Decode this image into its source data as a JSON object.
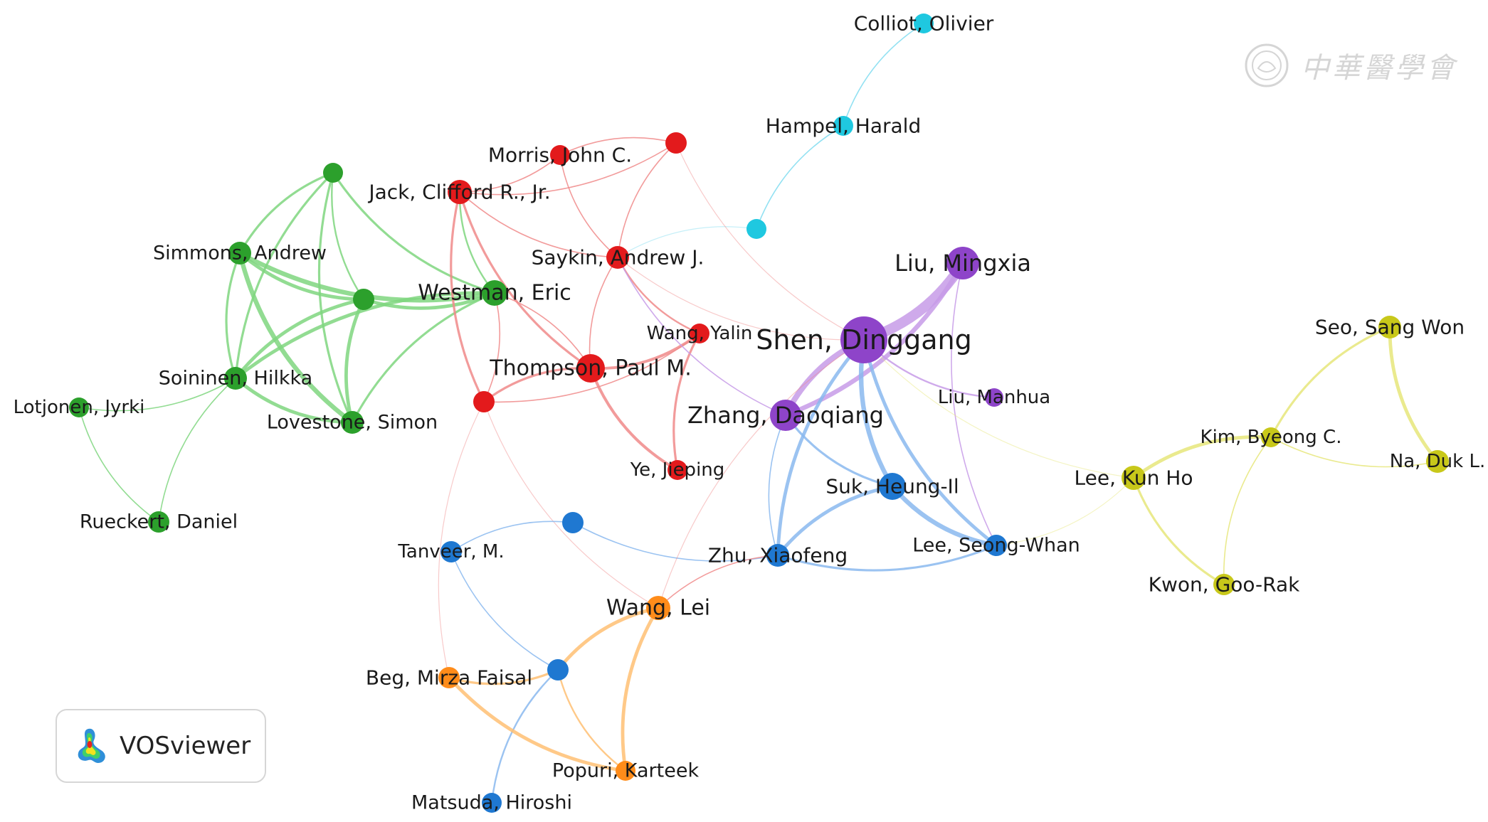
{
  "clusters": {
    "green": "#2ca02c",
    "red": "#e31a1c",
    "cyan": "#1fc8e0",
    "purple": "#8e44c9",
    "blue": "#1f78d1",
    "yellow": "#c8c81a",
    "orange": "#ff8c1a"
  },
  "edge_colors": {
    "green": "#7fd67f",
    "red": "#f08a8a",
    "cyan": "#7fdcf0",
    "purple": "#c79be8",
    "blue": "#8ab8ef",
    "yellow": "#e6e67a",
    "orange": "#ffbf73"
  },
  "nodes": [
    {
      "id": "colliot",
      "label": "Colliot, Olivier",
      "cluster": "cyan"
    },
    {
      "id": "hampel",
      "label": "Hampel, Harald",
      "cluster": "cyan"
    },
    {
      "id": "cyan3",
      "label": "",
      "cluster": "cyan"
    },
    {
      "id": "morris",
      "label": "Morris, John C.",
      "cluster": "red"
    },
    {
      "id": "red_top",
      "label": "",
      "cluster": "red"
    },
    {
      "id": "jack",
      "label": "Jack, Clifford R., Jr.",
      "cluster": "red"
    },
    {
      "id": "saykin",
      "label": "Saykin, Andrew J.",
      "cluster": "red"
    },
    {
      "id": "wang_yalin",
      "label": "Wang, Yalin",
      "cluster": "red"
    },
    {
      "id": "thompson",
      "label": "Thompson, Paul M.",
      "cluster": "red"
    },
    {
      "id": "red_low",
      "label": "",
      "cluster": "red"
    },
    {
      "id": "ye",
      "label": "Ye, Jieping",
      "cluster": "red"
    },
    {
      "id": "green_top",
      "label": "",
      "cluster": "green"
    },
    {
      "id": "simmons",
      "label": "Simmons, Andrew",
      "cluster": "green"
    },
    {
      "id": "green_mid",
      "label": "",
      "cluster": "green"
    },
    {
      "id": "westman",
      "label": "Westman, Eric",
      "cluster": "green"
    },
    {
      "id": "soininen",
      "label": "Soininen, Hilkka",
      "cluster": "green"
    },
    {
      "id": "lotjonen",
      "label": "Lotjonen, Jyrki",
      "cluster": "green"
    },
    {
      "id": "lovestone",
      "label": "Lovestone, Simon",
      "cluster": "green"
    },
    {
      "id": "rueckert",
      "label": "Rueckert, Daniel",
      "cluster": "green"
    },
    {
      "id": "liu_mingxia",
      "label": "Liu, Mingxia",
      "cluster": "purple"
    },
    {
      "id": "shen",
      "label": "Shen, Dinggang",
      "cluster": "purple"
    },
    {
      "id": "zhang",
      "label": "Zhang, Daoqiang",
      "cluster": "purple"
    },
    {
      "id": "liu_manhua",
      "label": "Liu, Manhua",
      "cluster": "purple"
    },
    {
      "id": "suk",
      "label": "Suk, Heung-Il",
      "cluster": "blue"
    },
    {
      "id": "zhu",
      "label": "Zhu, Xiaofeng",
      "cluster": "blue"
    },
    {
      "id": "lee_sw",
      "label": "Lee, Seong-Whan",
      "cluster": "blue"
    },
    {
      "id": "blue_top",
      "label": "",
      "cluster": "blue"
    },
    {
      "id": "tanveer",
      "label": "Tanveer, M.",
      "cluster": "blue"
    },
    {
      "id": "blue_low",
      "label": "",
      "cluster": "blue"
    },
    {
      "id": "matsuda",
      "label": "Matsuda, Hiroshi",
      "cluster": "blue"
    },
    {
      "id": "wang_lei",
      "label": "Wang, Lei",
      "cluster": "orange"
    },
    {
      "id": "beg",
      "label": "Beg, Mirza Faisal",
      "cluster": "orange"
    },
    {
      "id": "popuri",
      "label": "Popuri, Karteek",
      "cluster": "orange"
    },
    {
      "id": "seo",
      "label": "Seo, Sang Won",
      "cluster": "yellow"
    },
    {
      "id": "kim",
      "label": "Kim, Byeong C.",
      "cluster": "yellow"
    },
    {
      "id": "lee_kh",
      "label": "Lee, Kun Ho",
      "cluster": "yellow"
    },
    {
      "id": "na",
      "label": "Na, Duk L.",
      "cluster": "yellow"
    },
    {
      "id": "kwon",
      "label": "Kwon, Goo-Rak",
      "cluster": "yellow"
    }
  ],
  "edges": [
    [
      "colliot",
      "hampel",
      "cyan",
      1
    ],
    [
      "hampel",
      "cyan3",
      "cyan",
      1
    ],
    [
      "cyan3",
      "saykin",
      "cyan",
      0.6
    ],
    [
      "green_top",
      "simmons",
      "green",
      2
    ],
    [
      "green_top",
      "westman",
      "green",
      2
    ],
    [
      "green_top",
      "soininen",
      "green",
      2
    ],
    [
      "green_top",
      "lovestone",
      "green",
      2
    ],
    [
      "green_top",
      "green_mid",
      "green",
      1.5
    ],
    [
      "simmons",
      "westman",
      "green",
      4
    ],
    [
      "simmons",
      "green_mid",
      "green",
      3
    ],
    [
      "simmons",
      "soininen",
      "green",
      2
    ],
    [
      "simmons",
      "lovestone",
      "green",
      4
    ],
    [
      "green_mid",
      "westman",
      "green",
      3
    ],
    [
      "green_mid",
      "soininen",
      "green",
      3
    ],
    [
      "green_mid",
      "lovestone",
      "green",
      3
    ],
    [
      "westman",
      "soininen",
      "green",
      3
    ],
    [
      "westman",
      "lovestone",
      "green",
      2
    ],
    [
      "soininen",
      "lovestone",
      "green",
      3
    ],
    [
      "soininen",
      "rueckert",
      "green",
      1
    ],
    [
      "lotjonen",
      "soininen",
      "green",
      1
    ],
    [
      "lotjonen",
      "rueckert",
      "green",
      1
    ],
    [
      "jack",
      "westman",
      "green",
      1.5
    ],
    [
      "jack",
      "thompson",
      "red",
      2
    ],
    [
      "jack",
      "red_low",
      "red",
      2
    ],
    [
      "jack",
      "saykin",
      "red",
      1
    ],
    [
      "jack",
      "morris",
      "red",
      1
    ],
    [
      "jack",
      "red_top",
      "red",
      1
    ],
    [
      "morris",
      "saykin",
      "red",
      1
    ],
    [
      "red_top",
      "saykin",
      "red",
      1
    ],
    [
      "red_top",
      "morris",
      "red",
      1
    ],
    [
      "saykin",
      "thompson",
      "red",
      1
    ],
    [
      "saykin",
      "wang_yalin",
      "red",
      1.5
    ],
    [
      "thompson",
      "wang_yalin",
      "red",
      2.5
    ],
    [
      "thompson",
      "ye",
      "red",
      2.5
    ],
    [
      "thompson",
      "red_low",
      "red",
      2
    ],
    [
      "wang_yalin",
      "ye",
      "red",
      2
    ],
    [
      "red_low",
      "wang_yalin",
      "red",
      1
    ],
    [
      "red_low",
      "westman",
      "red",
      1
    ],
    [
      "thompson",
      "westman",
      "red",
      1
    ],
    [
      "saykin",
      "zhang",
      "purple",
      1
    ],
    [
      "red_top",
      "shen",
      "red",
      0.6
    ],
    [
      "red_low",
      "wang_lei",
      "red",
      0.6
    ],
    [
      "red_low",
      "beg",
      "red",
      0.6
    ],
    [
      "saykin",
      "shen",
      "red",
      0.6
    ],
    [
      "shen",
      "liu_mingxia",
      "purple",
      9
    ],
    [
      "shen",
      "zhang",
      "purple",
      5
    ],
    [
      "zhang",
      "liu_mingxia",
      "purple",
      4
    ],
    [
      "shen",
      "liu_manhua",
      "purple",
      1.5
    ],
    [
      "liu_mingxia",
      "lee_sw",
      "purple",
      1
    ],
    [
      "shen",
      "lee_kh",
      "yellow",
      0.6
    ],
    [
      "shen",
      "suk",
      "blue",
      4
    ],
    [
      "shen",
      "zhu",
      "blue",
      3
    ],
    [
      "shen",
      "lee_sw",
      "blue",
      3
    ],
    [
      "suk",
      "lee_sw",
      "blue",
      4
    ],
    [
      "suk",
      "zhu",
      "blue",
      3
    ],
    [
      "zhang",
      "suk",
      "blue",
      2
    ],
    [
      "zhu",
      "lee_sw",
      "blue",
      2
    ],
    [
      "zhang",
      "zhu",
      "blue",
      1
    ],
    [
      "blue_top",
      "tanveer",
      "blue",
      1
    ],
    [
      "blue_top",
      "zhu",
      "blue",
      1
    ],
    [
      "tanveer",
      "blue_low",
      "blue",
      1
    ],
    [
      "blue_low",
      "matsuda",
      "blue",
      1.5
    ],
    [
      "zhu",
      "wang_lei",
      "red",
      1
    ],
    [
      "wang_lei",
      "blue_low",
      "orange",
      3
    ],
    [
      "wang_lei",
      "popuri",
      "orange",
      3
    ],
    [
      "beg",
      "blue_low",
      "orange",
      2
    ],
    [
      "beg",
      "popuri",
      "orange",
      3
    ],
    [
      "blue_low",
      "popuri",
      "orange",
      1.5
    ],
    [
      "shen",
      "wang_lei",
      "red",
      0.6
    ],
    [
      "seo",
      "kim",
      "yellow",
      2
    ],
    [
      "seo",
      "na",
      "yellow",
      3
    ],
    [
      "kim",
      "lee_kh",
      "yellow",
      3
    ],
    [
      "kim",
      "na",
      "yellow",
      1
    ],
    [
      "lee_kh",
      "kwon",
      "yellow",
      2
    ],
    [
      "kim",
      "kwon",
      "yellow",
      1
    ],
    [
      "lee_sw",
      "lee_kh",
      "yellow",
      0.6
    ]
  ],
  "logo": {
    "text": "VOSviewer"
  },
  "watermark": {
    "text": "中華醫學會"
  }
}
